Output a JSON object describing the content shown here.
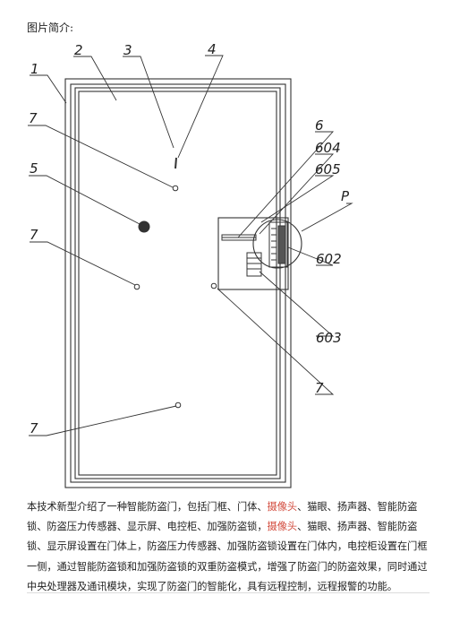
{
  "heading": "图片简介:",
  "labels": {
    "frame": "1",
    "door_body": "2",
    "camera": "3",
    "peephole": "4",
    "speaker": "5",
    "pressure_sensor": "7",
    "control_box": "6",
    "part_604": "604",
    "part_605": "605",
    "detail_p": "P",
    "part_602": "602",
    "part_603": "603"
  },
  "description": {
    "s1": "本技术新型介绍了一种智能防盗门，包括门框、门体、",
    "hl1": "摄像头",
    "s2": "、猫眼、扬声器、智能防盗锁、防盗压力传感器、显示屏、电控柜、加强防盗锁，",
    "hl2": "摄像头",
    "s3": "、猫眼、扬声器、智能防盗锁、显示屏设置在门体上，防盗压力传感器、加强防盗锁设置在门体内，电控柜设置在门框一侧，通过智能防盗锁和加强防盗锁的双重防盗模式，增强了防盗门的防盗效果，同时通过中央处理器及通讯模块，实现了防盗门的智能化，具有远程控制，远程报警的功能。"
  }
}
